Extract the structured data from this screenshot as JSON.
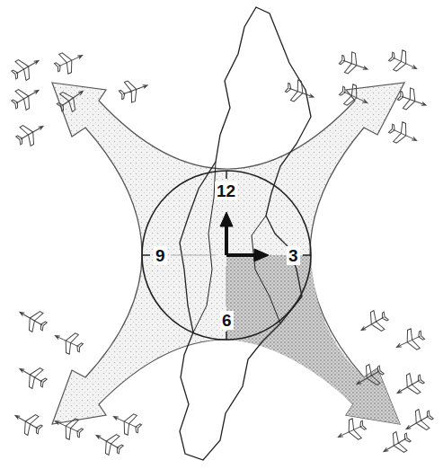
{
  "diagram": {
    "labels": [
      "12",
      "9",
      "3",
      "6"
    ]
  }
}
